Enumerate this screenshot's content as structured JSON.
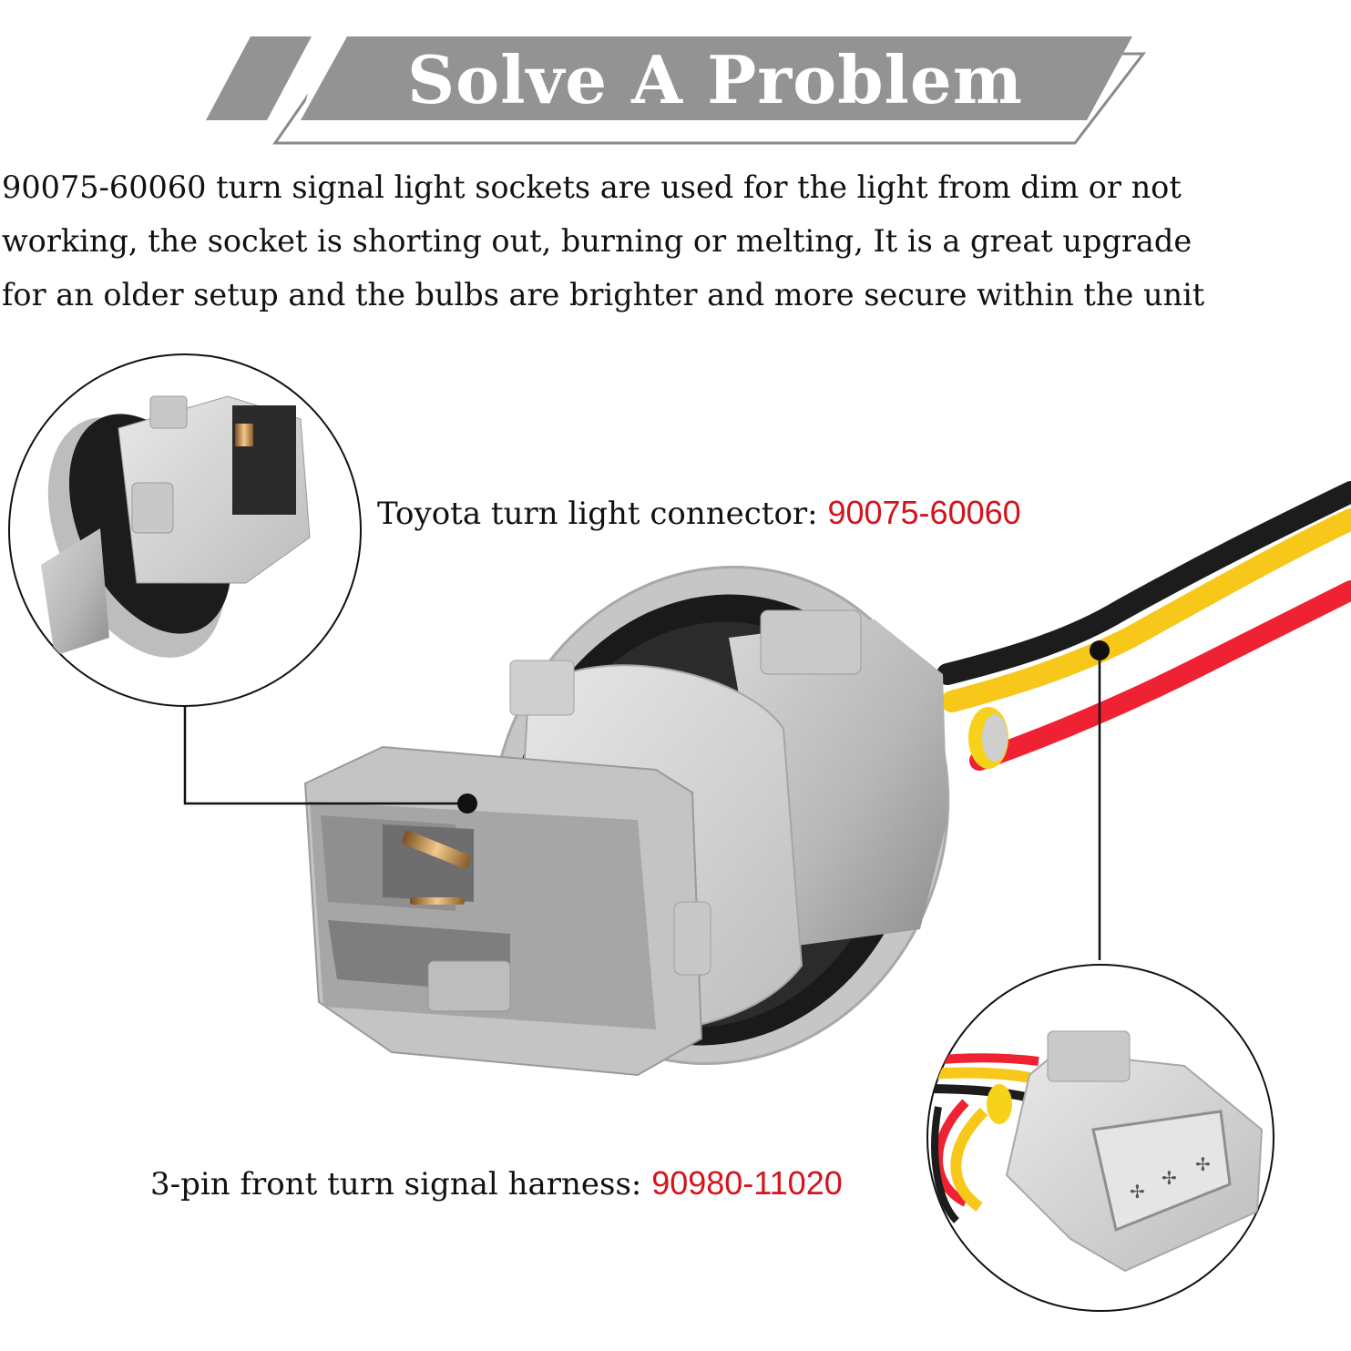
{
  "banner": {
    "title": "Solve A Problem",
    "color": "#939393",
    "outline_color": "#8a8a8a",
    "text_color": "#ffffff"
  },
  "description": {
    "lines": [
      "90075-60060 turn signal light sockets are used for the light from dim or not",
      "working, the socket is shorting out, burning or melting, It is a great upgrade",
      "for an older setup and the bulbs are brighter and more secure within the unit"
    ]
  },
  "callouts": {
    "connector": {
      "label": "Toyota turn light connector: ",
      "part_number": "90075-60060"
    },
    "harness": {
      "label": "3-pin front turn signal harness: ",
      "part_number": "90980-11020"
    }
  },
  "colors": {
    "part_number": "#d4141c",
    "plastic_gray": "#b9b9b9",
    "gasket_black": "#1a1a1a",
    "wire_black": "#1c1c1c",
    "wire_yellow": "#f7c81a",
    "wire_red": "#ee2233",
    "contact_brass": "#c8904a"
  },
  "images": {
    "main": "turn-signal-socket-with-3-wire-pigtail",
    "detail_top_left": "socket-side-view-closeup",
    "detail_bottom_right": "3-pin-harness-plug-closeup"
  }
}
